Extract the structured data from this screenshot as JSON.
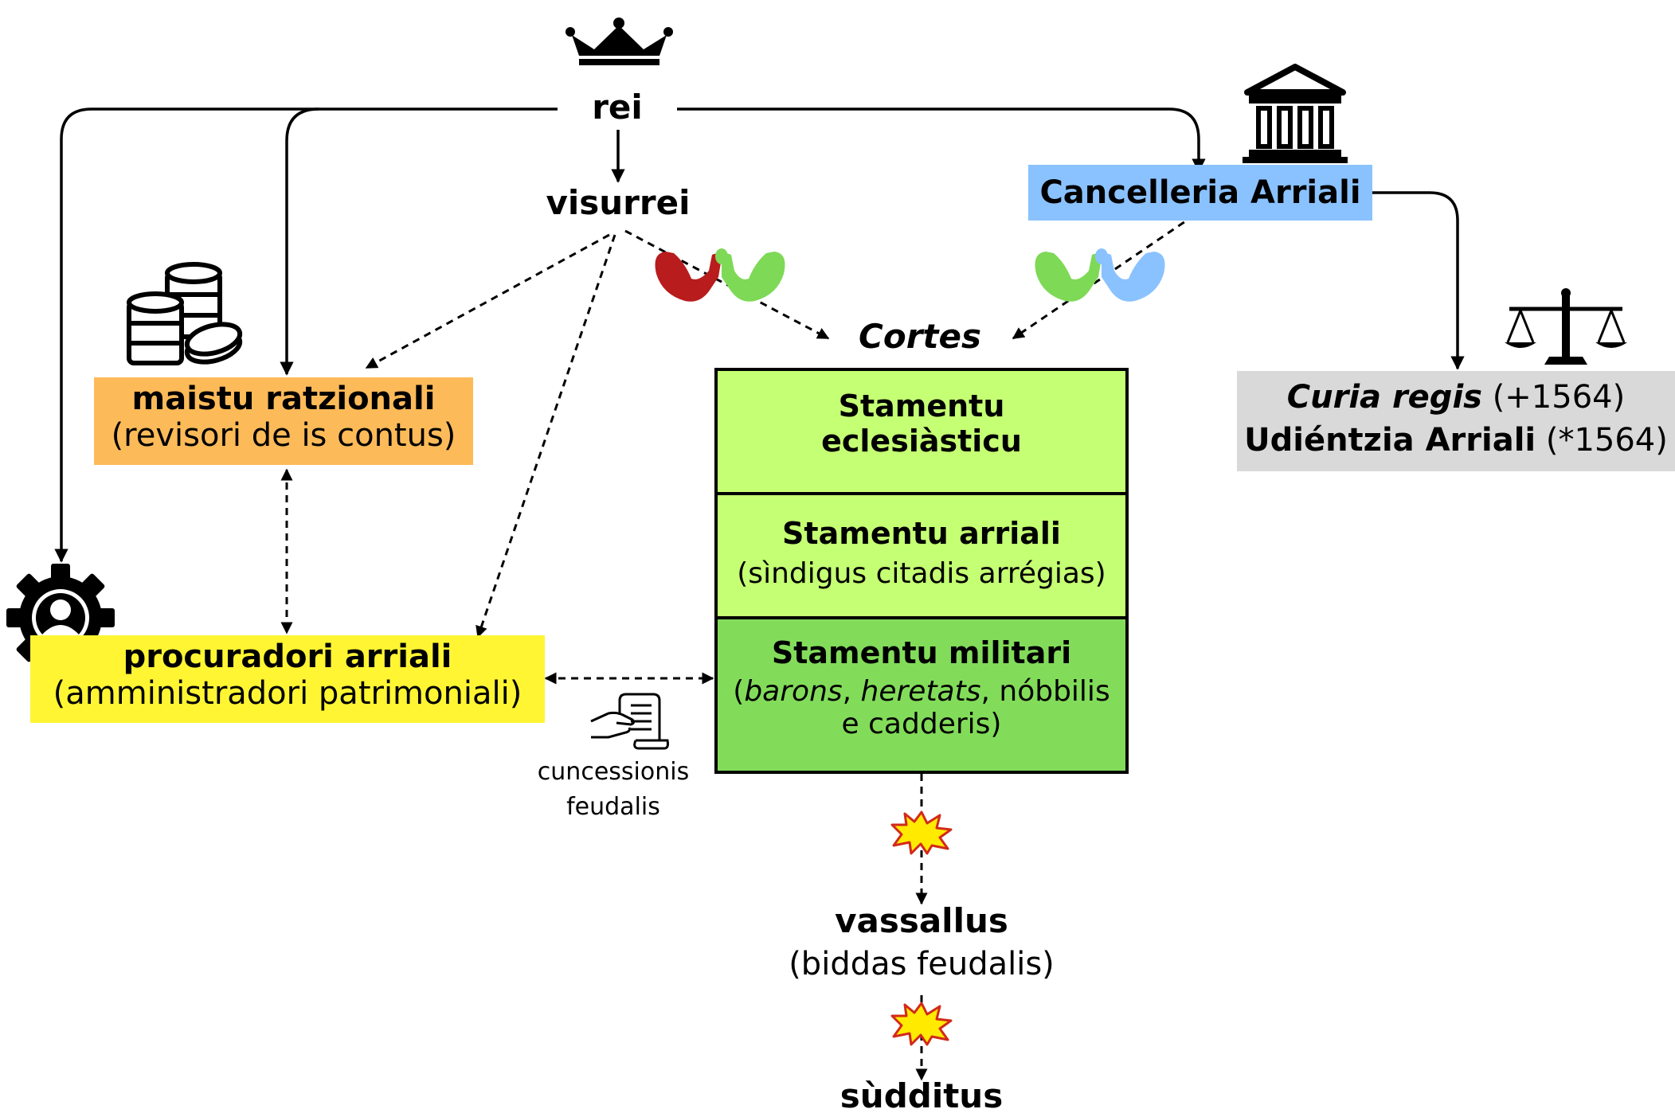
{
  "nodes": {
    "rei": "rei",
    "visurrei": "visurrei",
    "cancelleria": "Cancelleria Arriali",
    "cortes": "Cortes",
    "maistu_title": "maistu ratzionali",
    "maistu_sub": "(revisori de is contus)",
    "procuradori_title": "procuradori arriali",
    "procuradori_sub": "(amministradori patrimoniali)",
    "curia_title": "Curia regis",
    "curia_note": "(+1564)",
    "udientzia_title": "Udiéntzia Arriali",
    "udientzia_note": "(*1564)",
    "vassallus": "vassallus",
    "vassallus_sub": "(biddas feudalis)",
    "sudditus": "sùdditus",
    "cuncessionis": [
      "cuncessionis",
      "feudalis"
    ]
  },
  "stamentus": {
    "eclesiasticu": [
      "Stamentu",
      "eclesiàsticu"
    ],
    "arriali_title": "Stamentu arriali",
    "arriali_sub": "(sìndigus citadis arrégias)",
    "militari_title": "Stamentu militari",
    "militari_sub_open": "(",
    "militari_sub_barons": "barons",
    "militari_sub_comma1": ", ",
    "militari_sub_heretats": "heretats",
    "militari_sub_rest": ", nóbbilis",
    "militari_sub_line2": "e cadderis)"
  },
  "colors": {
    "maistu": "#fdba59",
    "procuradori": "#fff533",
    "cancelleria": "#8ac2ff",
    "curia": "#d9d9d9",
    "stam_light": "#c5ff73",
    "stam_dark": "#82dc5a",
    "arm_red": "#b81c1c",
    "arm_green": "#7ed957",
    "arm_blue": "#8ac2ff",
    "explosion": "#ffea00"
  },
  "icons": [
    "crown-icon",
    "courthouse-icon",
    "coins-icon",
    "gear-person-icon",
    "scales-icon",
    "scroll-hand-icon",
    "arm-wrestling-icon",
    "explosion-icon"
  ]
}
